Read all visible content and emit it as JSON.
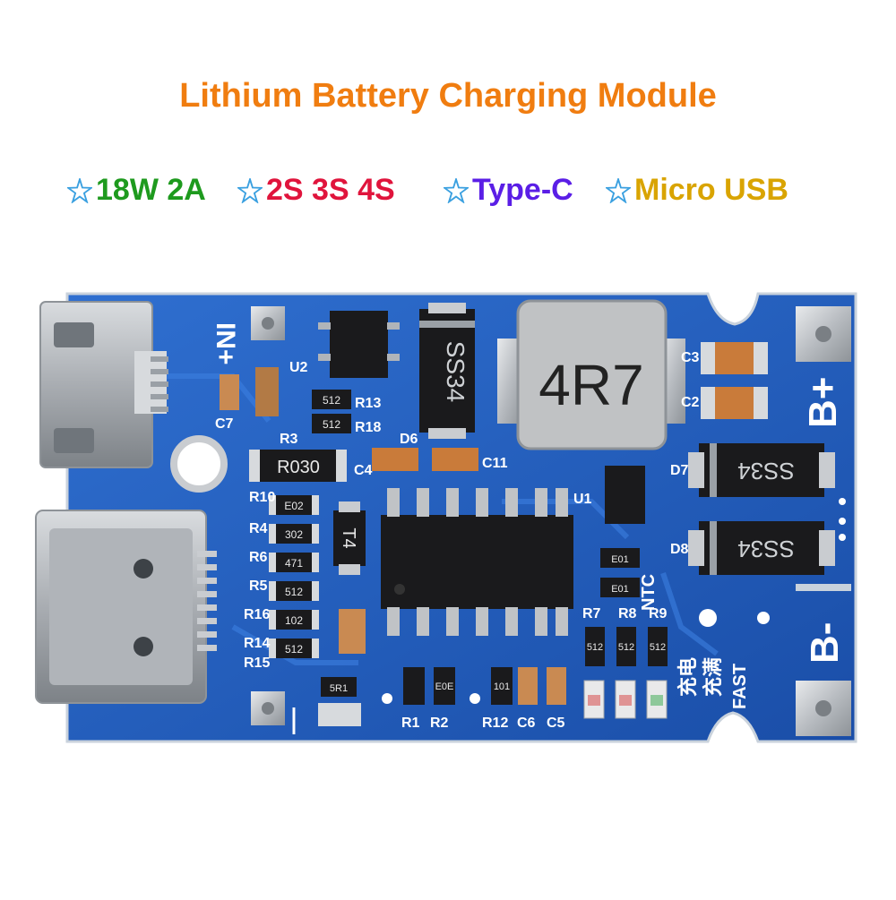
{
  "title": "Lithium Battery Charging Module",
  "features": [
    {
      "text": "18W 2A",
      "color": "#1e9a1e",
      "icon": "star-icon"
    },
    {
      "text": "2S 3S 4S",
      "color": "#e0143c",
      "icon": "star-icon"
    },
    {
      "text": "Type-C",
      "color": "#5a1ee6",
      "icon": "star-icon"
    },
    {
      "text": "Micro USB",
      "color": "#d9a400",
      "icon": "star-icon"
    }
  ],
  "colors": {
    "title": "#f07d10",
    "star": "#3aa0e0",
    "pcb": "#1f5fbf",
    "pcb_dark": "#174a9a",
    "silkscreen": "#ffffff",
    "silver": "#c9ccd0"
  },
  "board": {
    "inductor_label": "4R7",
    "diode_top": "SS34",
    "diode_right_1": "SS34",
    "diode_right_2": "SS34",
    "pad_in_plus": "IN+",
    "pad_in_minus": "—",
    "pad_b_plus": "B+",
    "pad_b_minus": "B-",
    "resistor_r030": "R030",
    "small_diode": "T4",
    "led_text_1": "充电",
    "led_text_2": "充满",
    "fast": "FAST",
    "ntc": "NTC",
    "designators": {
      "u2": "U2",
      "c7": "C7",
      "r3": "R3",
      "r13": "R13",
      "r18": "R18",
      "d6": "D6",
      "c4": "C4",
      "c11": "C11",
      "c3": "C3",
      "c2": "C2",
      "d7": "D7",
      "d8": "D8",
      "r10": "R10",
      "r4": "R4",
      "r6": "R6",
      "r5": "R5",
      "r16": "R16",
      "r14": "R14",
      "r15": "R15",
      "r7": "R7",
      "r8": "R8",
      "r9": "R9",
      "r1": "R1",
      "r2": "R2",
      "r12": "R12",
      "c6": "C6",
      "c5": "C5",
      "u1": "U1"
    },
    "smd_codes": [
      "512",
      "512",
      "E02",
      "302",
      "471",
      "512",
      "102",
      "512",
      "5R1",
      "E0E",
      "101",
      "E01",
      "E01",
      "512",
      "512",
      "512"
    ]
  }
}
